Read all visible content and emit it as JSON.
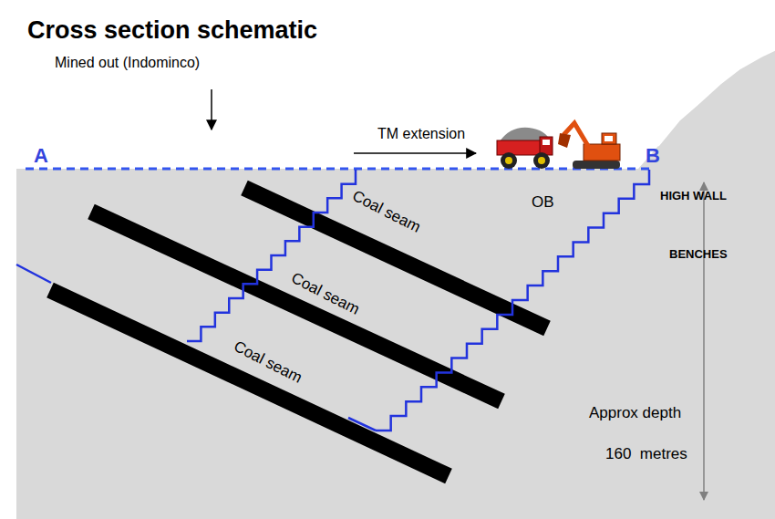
{
  "diagram": {
    "title": "Cross section schematic",
    "labels": [
      "Mined out (Indominco)",
      "TM extension",
      "A",
      "B",
      "OB",
      "HIGH WALL",
      "BENCHES",
      "Coal seam",
      "Coal seam",
      "Coal seam",
      "Approx depth",
      "160  metres"
    ]
  }
}
